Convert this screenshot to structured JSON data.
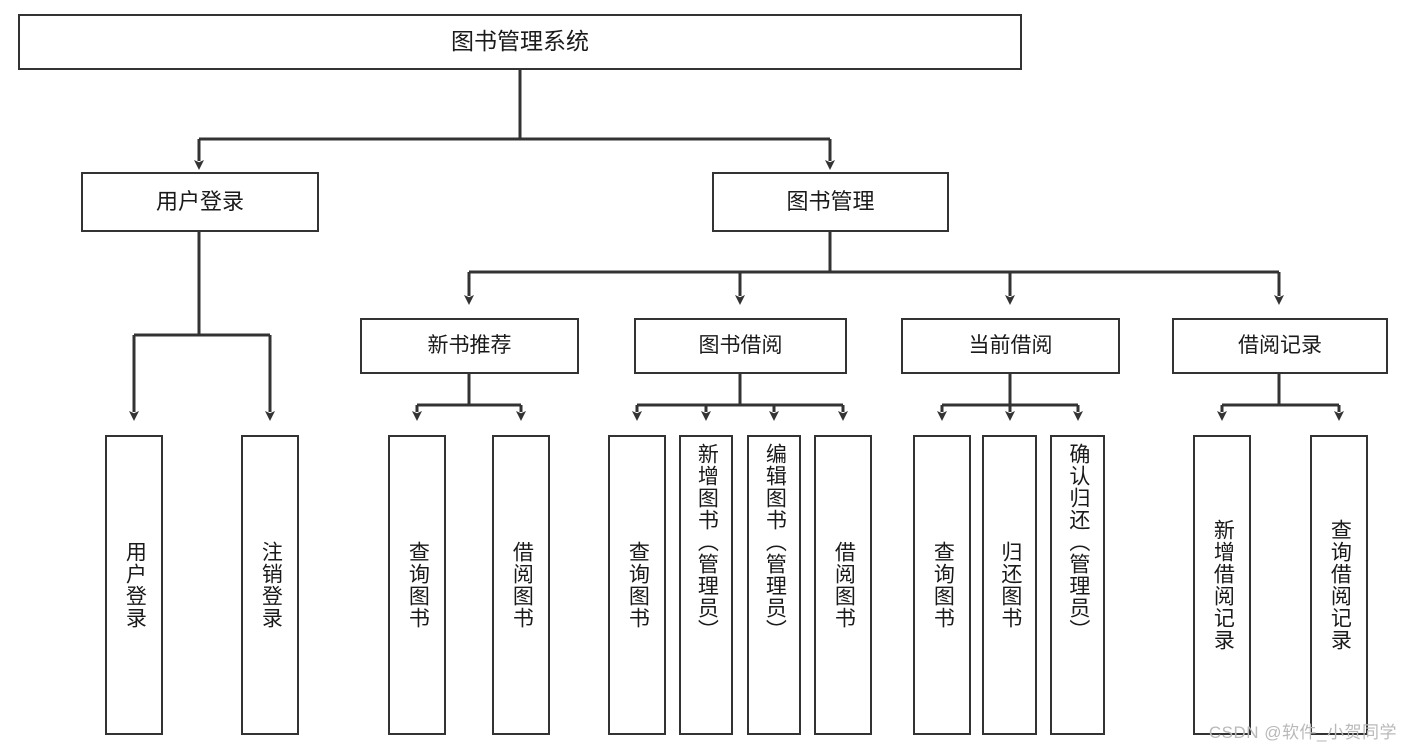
{
  "diagram": {
    "title": "图书管理系统",
    "type": "tree",
    "orientation": "top-down",
    "colors": {
      "background": "#ffffff",
      "node_border": "#333333",
      "node_fill": "#ffffff",
      "edge": "#333333",
      "text": "#1a1a1a",
      "watermark": "#b9b9b9"
    },
    "root": {
      "label": "图书管理系统"
    },
    "level2": [
      {
        "label": "用户登录"
      },
      {
        "label": "图书管理"
      }
    ],
    "level3": [
      {
        "label": "新书推荐"
      },
      {
        "label": "图书借阅"
      },
      {
        "label": "当前借阅"
      },
      {
        "label": "借阅记录"
      }
    ],
    "leaves": {
      "user_login": [
        {
          "label": "用户登录"
        },
        {
          "label": "注销登录"
        }
      ],
      "new_book_recommend": [
        {
          "label": "查询图书"
        },
        {
          "label": "借阅图书"
        }
      ],
      "book_borrow": [
        {
          "label": "查询图书"
        },
        {
          "label": "新增图书（管理员）"
        },
        {
          "label": "编辑图书（管理员）"
        },
        {
          "label": "借阅图书"
        }
      ],
      "current_borrow": [
        {
          "label": "查询图书"
        },
        {
          "label": "归还图书"
        },
        {
          "label": "确认归还（管理员）"
        }
      ],
      "borrow_record": [
        {
          "label": "新增借阅记录"
        },
        {
          "label": "查询借阅记录"
        }
      ]
    }
  },
  "watermark": {
    "text": "CSDN @软件_小贺同学"
  }
}
